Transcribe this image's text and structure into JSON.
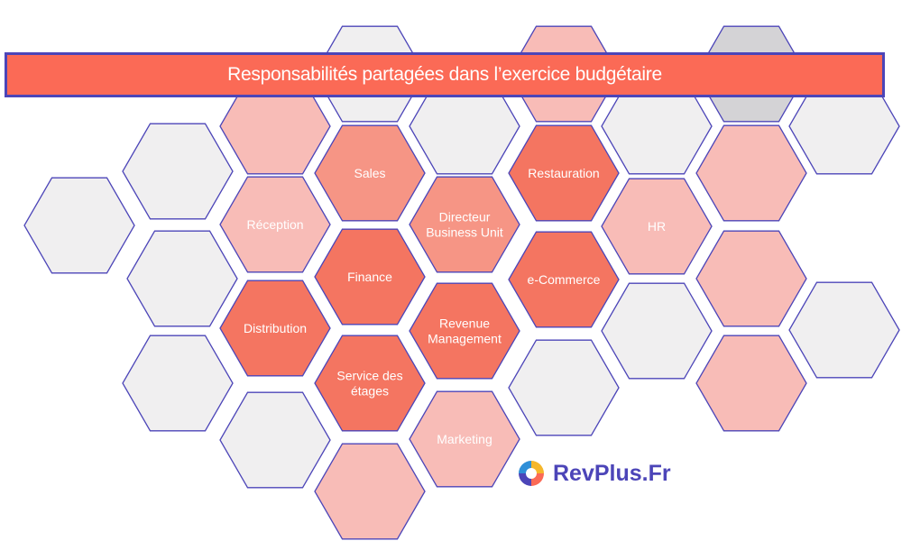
{
  "title": "Responsabilités partagées dans l’exercice budgétaire",
  "colors": {
    "banner": "#fb6a56",
    "outline": "#4c45b8",
    "hex_grey": "#f0eff0",
    "hex_dark": "#f47561",
    "hex_medium": "#f69585",
    "hex_light": "#f8bcb7",
    "hex_muted": "#d4d3d6",
    "brand_text": "#4c45b8"
  },
  "cells": [
    {
      "id": "top-1",
      "fill": "hex_light",
      "lines": []
    },
    {
      "id": "top-2",
      "fill": "hex_grey",
      "lines": []
    },
    {
      "id": "top-3",
      "fill": "hex_grey",
      "lines": []
    },
    {
      "id": "top-4",
      "fill": "hex_light",
      "lines": []
    },
    {
      "id": "top-5",
      "fill": "hex_grey",
      "lines": []
    },
    {
      "id": "top-6",
      "fill": "hex_muted",
      "lines": []
    },
    {
      "id": "top-7",
      "fill": "hex_grey",
      "lines": []
    },
    {
      "id": "sales",
      "fill": "hex_medium",
      "lines": [
        "Sales"
      ]
    },
    {
      "id": "restauration",
      "fill": "hex_dark",
      "lines": [
        "Restauration"
      ]
    },
    {
      "id": "left-1",
      "fill": "hex_grey",
      "lines": []
    },
    {
      "id": "right-1",
      "fill": "hex_light",
      "lines": []
    },
    {
      "id": "reception",
      "fill": "hex_light",
      "lines": [
        "Réception"
      ]
    },
    {
      "id": "directeur-bu",
      "fill": "hex_medium",
      "lines": [
        "Directeur",
        "Business Unit"
      ]
    },
    {
      "id": "hr",
      "fill": "hex_light",
      "lines": [
        "HR"
      ]
    },
    {
      "id": "far-left",
      "fill": "hex_grey",
      "lines": []
    },
    {
      "id": "finance",
      "fill": "hex_dark",
      "lines": [
        "Finance"
      ]
    },
    {
      "id": "ecommerce",
      "fill": "hex_dark",
      "lines": [
        "e-Commerce"
      ]
    },
    {
      "id": "left-2",
      "fill": "hex_grey",
      "lines": []
    },
    {
      "id": "right-2",
      "fill": "hex_light",
      "lines": []
    },
    {
      "id": "distribution",
      "fill": "hex_dark",
      "lines": [
        "Distribution"
      ]
    },
    {
      "id": "revenue-management",
      "fill": "hex_dark",
      "lines": [
        "Revenue",
        "Management"
      ]
    },
    {
      "id": "mid-right-1",
      "fill": "hex_grey",
      "lines": []
    },
    {
      "id": "far-right",
      "fill": "hex_grey",
      "lines": []
    },
    {
      "id": "service-etages",
      "fill": "hex_dark",
      "lines": [
        "Service des",
        "étages"
      ]
    },
    {
      "id": "left-3",
      "fill": "hex_grey",
      "lines": []
    },
    {
      "id": "mid-right-2",
      "fill": "hex_grey",
      "lines": []
    },
    {
      "id": "right-3",
      "fill": "hex_light",
      "lines": []
    },
    {
      "id": "marketing",
      "fill": "hex_light",
      "lines": [
        "Marketing"
      ]
    },
    {
      "id": "bottom-1",
      "fill": "hex_grey",
      "lines": []
    },
    {
      "id": "bottom-2",
      "fill": "hex_light",
      "lines": []
    }
  ],
  "brand": {
    "name": "RevPlus.Fr"
  }
}
